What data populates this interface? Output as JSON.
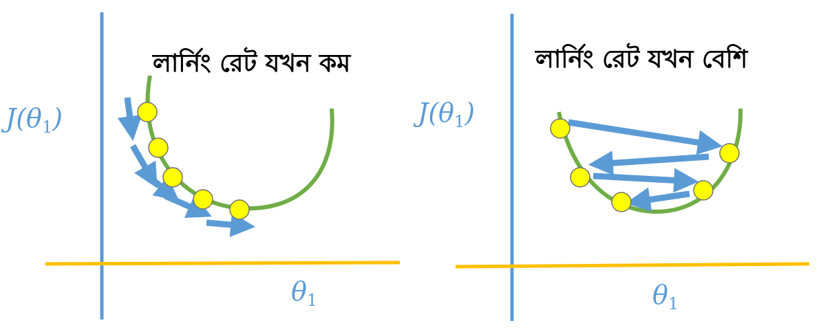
{
  "panels": [
    {
      "title": "লার্নিং রেট যখন কম",
      "y_label": "J(θ",
      "y_label_sub": "1",
      "y_label_close": ")",
      "x_label": "θ",
      "x_label_sub": "1",
      "step_count": 5
    },
    {
      "title": "লার্নিং রেট যখন বেশি",
      "y_label": "J(θ",
      "y_label_sub": "1",
      "y_label_close": ")",
      "x_label": "θ",
      "x_label_sub": "1",
      "step_count": 5
    }
  ],
  "colors": {
    "axis_vertical": "#5b9bd5",
    "axis_horizontal": "#ffc000",
    "curve": "#70ad47",
    "point": "#ffff00",
    "arrow": "#5b9bd5"
  }
}
